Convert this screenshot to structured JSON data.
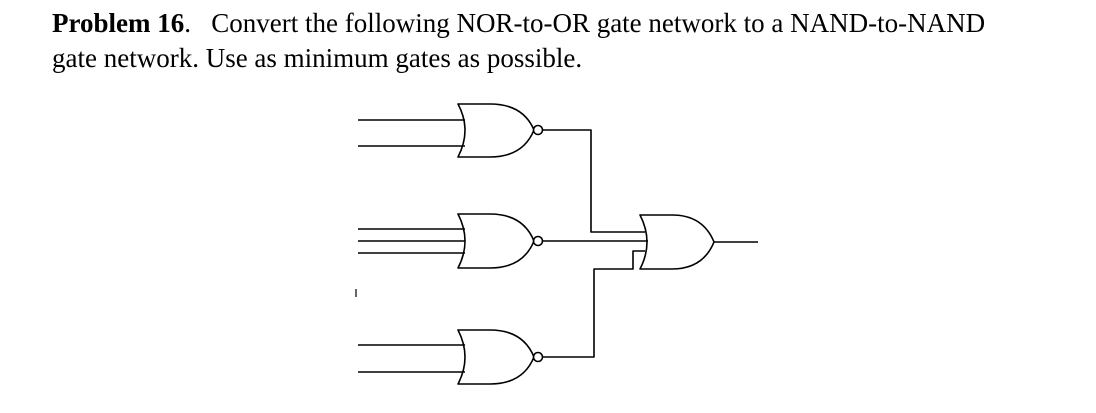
{
  "problem": {
    "label": "Problem 16",
    "label_punct": ".",
    "line1": "Convert the following NOR-to-OR gate network to a NAND-to-NAND",
    "line2": "gate network.  Use as minimum gates as possible."
  },
  "diagram": {
    "first_level_gates": [
      "NOR",
      "NOR",
      "NOR"
    ],
    "second_level_gate": "OR",
    "inputs_per_gate": [
      2,
      3,
      2
    ],
    "colors": {
      "stroke": "#000000",
      "background": "#ffffff",
      "text": "#000000"
    }
  }
}
